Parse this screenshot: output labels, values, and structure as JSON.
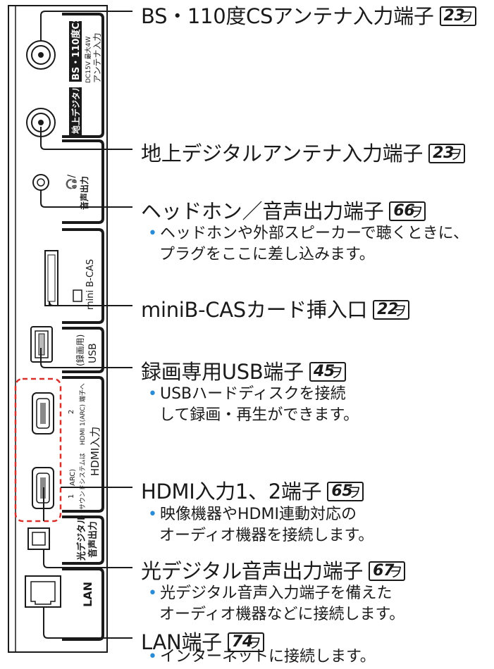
{
  "panel_labels": {
    "bs_title": "BS・110度CS",
    "bs_power": "DC15V 最大4W",
    "bs_antenna": "アンテナ入力",
    "chideji_title": "地上デジタル",
    "headphone_label": "音声出力",
    "minibcas": "mini B-CAS",
    "usb_rec": "(録画用)",
    "usb": "USB",
    "hdmi2": "2",
    "hdmi_arc_note": "HDMI 1(ARC) 端子へ",
    "hdmi_system": "サウンドシステムは",
    "hdmi_input": "HDMI入力",
    "hdmi1": "1",
    "hdmi1_arc": "ARC)",
    "optical": "光デジタル",
    "optical2": "音声出力",
    "lan": "LAN"
  },
  "items": [
    {
      "title": "BS・110度CSアンテナ入力端子",
      "page": "23",
      "desc": []
    },
    {
      "title": "地上デジタルアンテナ入力端子",
      "page": "23",
      "desc": []
    },
    {
      "title": "ヘッドホン／音声出力端子",
      "page": "66",
      "desc": [
        "ヘッドホンや外部スピーカーで聴くときに、",
        "プラグをここに差し込みます。"
      ]
    },
    {
      "title": "miniB-CASカード挿入口",
      "page": "22",
      "desc": []
    },
    {
      "title": "録画専用USB端子",
      "page": "45",
      "desc": [
        "USBハードディスクを接続",
        "して録画・再生ができます。"
      ]
    },
    {
      "title": "HDMI入力1、2端子",
      "page": "65",
      "desc": [
        "映像機器やHDMI連動対応の",
        "オーディオ機器を接続します。"
      ]
    },
    {
      "title": "光デジタル音声出力端子",
      "page": "67",
      "desc": [
        "光デジタル音声入力端子を備えた",
        "オーディオ機器などに接続します。"
      ]
    },
    {
      "title": "LAN端子",
      "page": "74",
      "desc": [
        "インターネットに接続します。"
      ]
    }
  ],
  "page_ref_symbol": "ヲ",
  "accent_color": "#2a8cd6",
  "highlight_color": "#d9302c"
}
